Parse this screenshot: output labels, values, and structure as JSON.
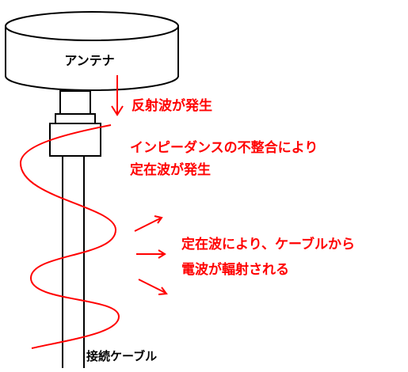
{
  "antenna": {
    "label": "アンテナ"
  },
  "reflected_wave": {
    "label": "反射波が発生"
  },
  "standing_wave": {
    "line1": "インピーダンスの不整合により",
    "line2": "定在波が発生"
  },
  "radiation": {
    "line1": "定在波により、ケーブルから",
    "line2": "電波が輻射される"
  },
  "cable": {
    "label": "接続ケーブル"
  },
  "colors": {
    "outline": "#000000",
    "emphasis": "#ff0000"
  }
}
